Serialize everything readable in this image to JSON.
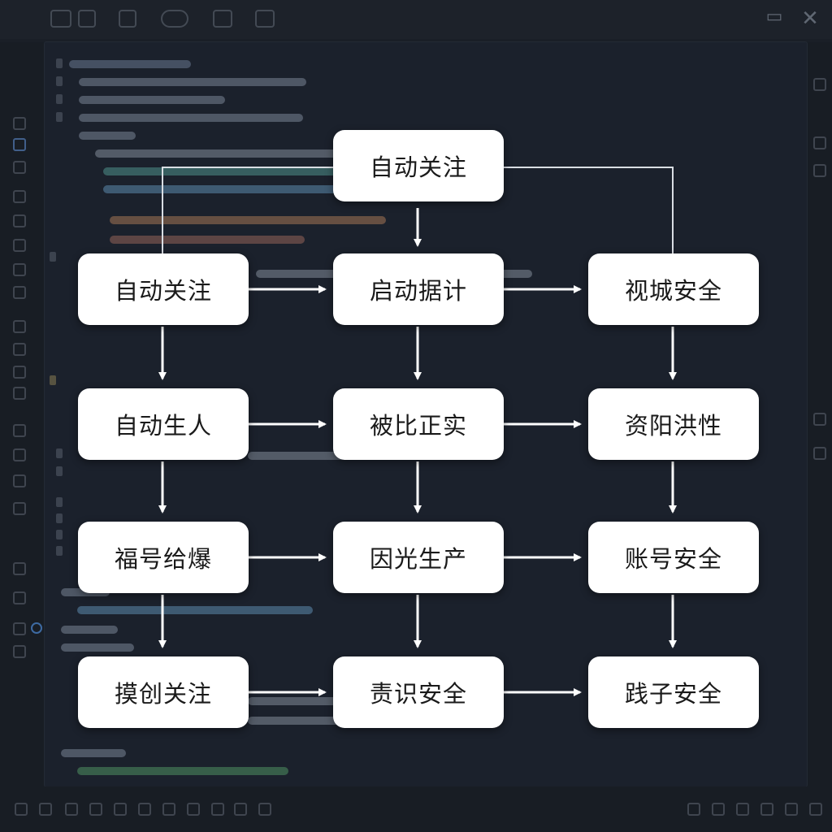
{
  "window": {
    "close_icon": "close-icon",
    "background": "#171c24",
    "editor_background": "#1b212c"
  },
  "flowchart": {
    "node_color": "#ffffff",
    "arrow_color": "#ffffff",
    "top": {
      "label": "自动关注"
    },
    "rows": [
      [
        "自动关注",
        "启动据计",
        "视城安全"
      ],
      [
        "自动生人",
        "被比正实",
        "资阳洪性"
      ],
      [
        "福号给爆",
        "因光生产",
        "账号安全"
      ],
      [
        "摸创关注",
        "责识安全",
        "践子安全"
      ]
    ]
  }
}
